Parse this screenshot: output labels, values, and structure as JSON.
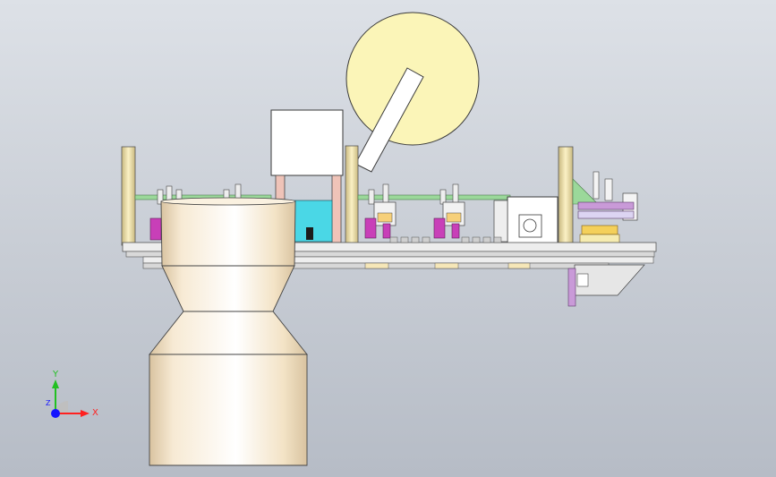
{
  "viewport": {
    "background_top": "#dde1e7",
    "background_bottom": "#b6bcc6"
  },
  "model": {
    "colors": {
      "reel": "#fbf5b8",
      "hopper": "#f8ecd6",
      "hopper_shadow": "#e7cfa8",
      "frame": "#e3e0d8",
      "frame_dark": "#8e8e8e",
      "post": "#f2e6b5",
      "post_pink": "#efc3b8",
      "cyan_block": "#4ad7e6",
      "magenta_parts": "#c83fb8",
      "green_rod": "#9bd89a",
      "white_box": "#ffffff",
      "purple_plate": "#c99ad8"
    }
  },
  "triad": {
    "x_label": "X",
    "y_label": "Y",
    "z_label": "Z",
    "x_color": "#ff2020",
    "y_color": "#22c022",
    "z_color": "#1414ff"
  }
}
